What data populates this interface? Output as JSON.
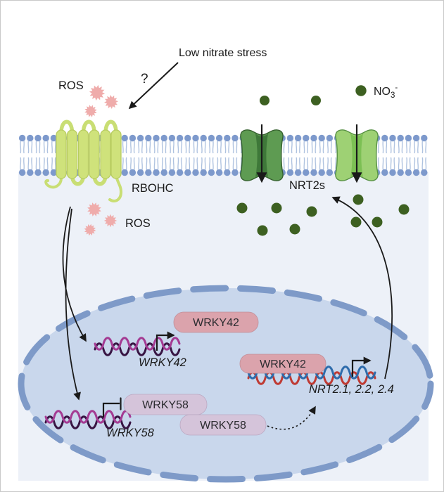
{
  "diagram": {
    "stimulus_label": "Low nitrate stress",
    "question_mark": "?",
    "ros_label": "ROS",
    "nitrate": {
      "base": "NO",
      "sub": "3",
      "sup": "-"
    },
    "membrane": {
      "rbohc_label": "RBOHC",
      "nrt2s_label": "NRT2s"
    },
    "nucleus": {
      "wrky42_protein_label": "WRKY42",
      "wrky58_protein_label": "WRKY58",
      "wrky42_gene_label": "WRKY42",
      "wrky58_gene_label": "WRKY58",
      "nrt2_genes_label": "NRT2.1, 2.2, 2.4"
    },
    "colors": {
      "cell_fill": "#edf1f8",
      "membrane_head": "#7d99cc",
      "membrane_tail": "#a9bedd",
      "rbohc": "#cfe27b",
      "nrt2_dark": "#5e9b52",
      "nrt2_dark_pore": "#3e7839",
      "nrt2_light": "#9ed174",
      "nrt2_light_pore": "#7cc054",
      "nitrate_dot": "#3d6021",
      "ros_particle": "#efacab",
      "nucleus_fill": "#c9d7ec",
      "nucleus_border": "#7e9ac8",
      "wrky42_box": "#dba3ac",
      "wrky58_box": "#d5c4da",
      "dna_purple": "#381543",
      "dna_magenta": "#a43b93",
      "dna_red": "#bf3a33",
      "dna_blue": "#2f6cab"
    }
  }
}
